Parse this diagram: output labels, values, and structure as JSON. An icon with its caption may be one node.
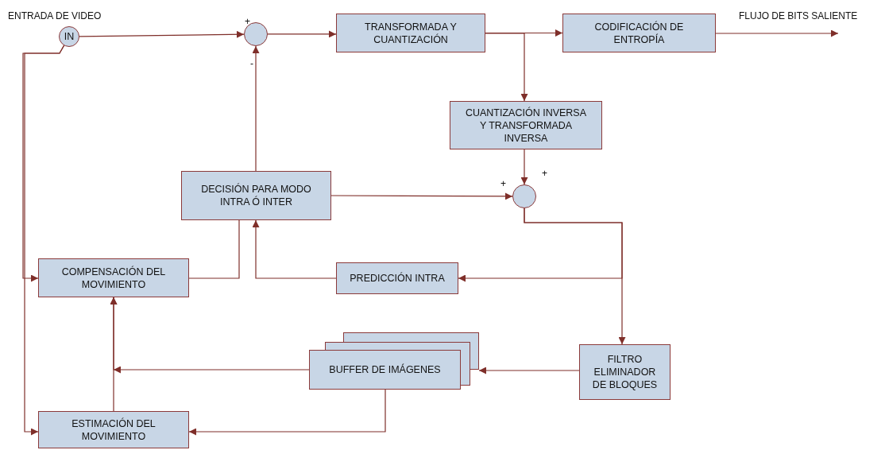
{
  "diagram": {
    "nodes": [
      {
        "text": [
          "IN"
        ],
        "beside": [
          "ENTRADA DE VIDEO"
        ]
      },
      {
        "text": [],
        "shape": "circle",
        "beside": [
          "+",
          "-"
        ]
      },
      {
        "text": [
          "TRANSFORMADA Y CUANTIZACIÓN"
        ]
      },
      {
        "text": [
          "CODIFICACIÓN DE ENTROPÍA"
        ]
      },
      {
        "text": [
          "CUANTIZACIÓN INVERSA Y TRANSFORMADA INVERSA"
        ]
      },
      {
        "text": [],
        "shape": "circle",
        "beside": [
          "+",
          "+"
        ]
      },
      {
        "text": [
          "DECISIÓN PARA MODO INTRA Ó INTER"
        ]
      },
      {
        "text": [
          "COMPENSACIÓN DEL MOVIMIENTO"
        ]
      },
      {
        "text": [
          "PREDICCIÓN INTRA"
        ]
      },
      {
        "text": [
          "BUFFER DE IMÁGENES"
        ]
      },
      {
        "text": [
          "FILTRO ELIMINADOR DE BLOQUES"
        ]
      },
      {
        "text": [
          "ESTIMACIÓN DEL MOVIMIENTO"
        ]
      }
    ],
    "edges": [
      {
        "from": 0,
        "to": 1,
        "arrow": "to"
      },
      {
        "from": 1,
        "to": 2,
        "arrow": "to"
      },
      {
        "from": 2,
        "to": 3,
        "arrow": "to"
      },
      {
        "from": 3,
        "to": null,
        "arrow": "to",
        "label": "FLUJO DE BITS SALIENTE"
      },
      {
        "from": 2,
        "to": 4,
        "arrow": "to"
      },
      {
        "from": 4,
        "to": 5,
        "arrow": "to"
      },
      {
        "from": 6,
        "to": 1,
        "arrow": "to"
      },
      {
        "from": 6,
        "to": 5,
        "arrow": "to"
      },
      {
        "from": 5,
        "to": 10,
        "arrow": "to"
      },
      {
        "from": 5,
        "to": 8,
        "arrow": "to"
      },
      {
        "from": 7,
        "to": 6,
        "arrow": "to"
      },
      {
        "from": 8,
        "to": 6,
        "arrow": "to"
      },
      {
        "from": 10,
        "to": 9,
        "arrow": "to"
      },
      {
        "from": 9,
        "to": 7,
        "arrow": "to"
      },
      {
        "from": 11,
        "to": 7,
        "arrow": "to"
      },
      {
        "from": 9,
        "to": 11,
        "arrow": "to"
      },
      {
        "from": 0,
        "to": 7,
        "arrow": "to"
      },
      {
        "from": 0,
        "to": 11,
        "arrow": "to"
      }
    ]
  }
}
